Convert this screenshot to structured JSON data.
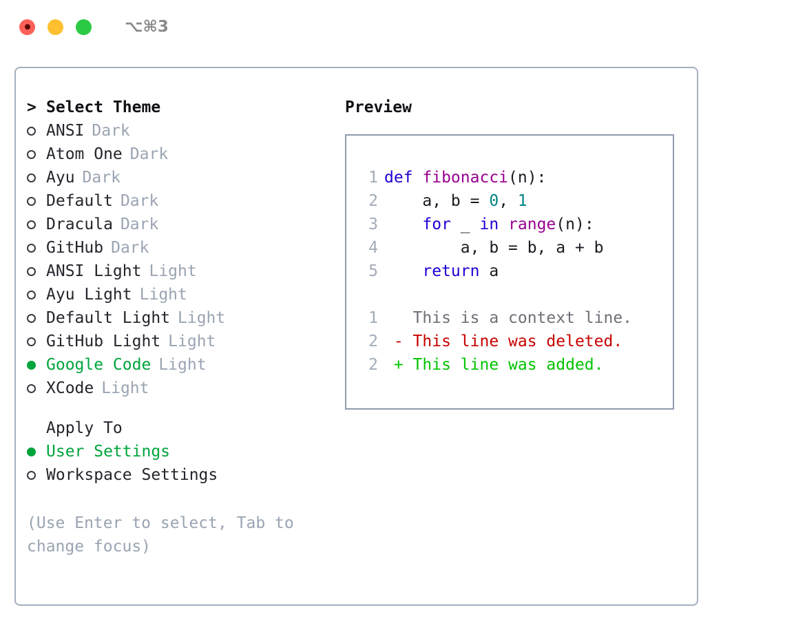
{
  "window": {
    "title": "⌥⌘3",
    "traffic_lights": [
      {
        "name": "close-button",
        "color": "#fc6058"
      },
      {
        "name": "minimize-button",
        "color": "#fec02f"
      },
      {
        "name": "maximize-button",
        "color": "#2aca44"
      }
    ]
  },
  "theme_picker": {
    "caret": ">",
    "header": "Select Theme",
    "items": [
      {
        "bullet": "○",
        "label": "ANSI",
        "tag": "Dark",
        "selected": false
      },
      {
        "bullet": "○",
        "label": "Atom One",
        "tag": "Dark",
        "selected": false
      },
      {
        "bullet": "○",
        "label": "Ayu",
        "tag": "Dark",
        "selected": false
      },
      {
        "bullet": "○",
        "label": "Default",
        "tag": "Dark",
        "selected": false
      },
      {
        "bullet": "○",
        "label": "Dracula",
        "tag": "Dark",
        "selected": false
      },
      {
        "bullet": "○",
        "label": "GitHub",
        "tag": "Dark",
        "selected": false
      },
      {
        "bullet": "○",
        "label": "ANSI Light",
        "tag": "Light",
        "selected": false
      },
      {
        "bullet": "○",
        "label": "Ayu Light",
        "tag": "Light",
        "selected": false
      },
      {
        "bullet": "○",
        "label": "Default Light",
        "tag": "Light",
        "selected": false
      },
      {
        "bullet": "○",
        "label": "GitHub Light",
        "tag": "Light",
        "selected": false
      },
      {
        "bullet": "●",
        "label": "Google Code",
        "tag": "Light",
        "selected": true
      },
      {
        "bullet": "○",
        "label": "XCode",
        "tag": "Light",
        "selected": false
      }
    ]
  },
  "apply_to": {
    "header": "Apply To",
    "items": [
      {
        "bullet": "●",
        "label": "User Settings",
        "selected": true
      },
      {
        "bullet": "○",
        "label": "Workspace Settings",
        "selected": false
      }
    ]
  },
  "hint": "(Use Enter to select, Tab to change focus)",
  "preview": {
    "title": "Preview",
    "code_lines": [
      {
        "no": "1",
        "tokens": [
          {
            "t": "def ",
            "c": "kw"
          },
          {
            "t": "fibonacci",
            "c": "fn"
          },
          {
            "t": "(n):",
            "c": "pl"
          }
        ]
      },
      {
        "no": "2",
        "tokens": [
          {
            "t": "    a, b = ",
            "c": "pl"
          },
          {
            "t": "0",
            "c": "num"
          },
          {
            "t": ", ",
            "c": "pl"
          },
          {
            "t": "1",
            "c": "num"
          }
        ]
      },
      {
        "no": "3",
        "tokens": [
          {
            "t": "    ",
            "c": "pl"
          },
          {
            "t": "for",
            "c": "kw"
          },
          {
            "t": " _ ",
            "c": "pl"
          },
          {
            "t": "in",
            "c": "kw"
          },
          {
            "t": " ",
            "c": "pl"
          },
          {
            "t": "range",
            "c": "fn"
          },
          {
            "t": "(n):",
            "c": "pl"
          }
        ]
      },
      {
        "no": "4",
        "tokens": [
          {
            "t": "        a, b = b, a + b",
            "c": "pl"
          }
        ]
      },
      {
        "no": "5",
        "tokens": [
          {
            "t": "    ",
            "c": "pl"
          },
          {
            "t": "return",
            "c": "kw"
          },
          {
            "t": " a",
            "c": "pl"
          }
        ]
      },
      {
        "no": "",
        "blank": true,
        "tokens": []
      },
      {
        "no": "1",
        "tokens": [
          {
            "t": "   This is a context line.",
            "c": "ctx"
          }
        ]
      },
      {
        "no": "2",
        "tokens": [
          {
            "t": " - This line was deleted.",
            "c": "del"
          }
        ]
      },
      {
        "no": "2",
        "tokens": [
          {
            "t": " + This line was added.",
            "c": "add"
          }
        ]
      }
    ]
  },
  "colors": {
    "accent_green": "#00a43c",
    "muted": "#9aa4b2",
    "border": "#a4b0c0",
    "preview_border": "#8e9bad",
    "keyword": "#1d00d4",
    "function": "#99008f",
    "number": "#008282",
    "diff_deleted": "#c80000",
    "diff_added": "#00c400"
  }
}
